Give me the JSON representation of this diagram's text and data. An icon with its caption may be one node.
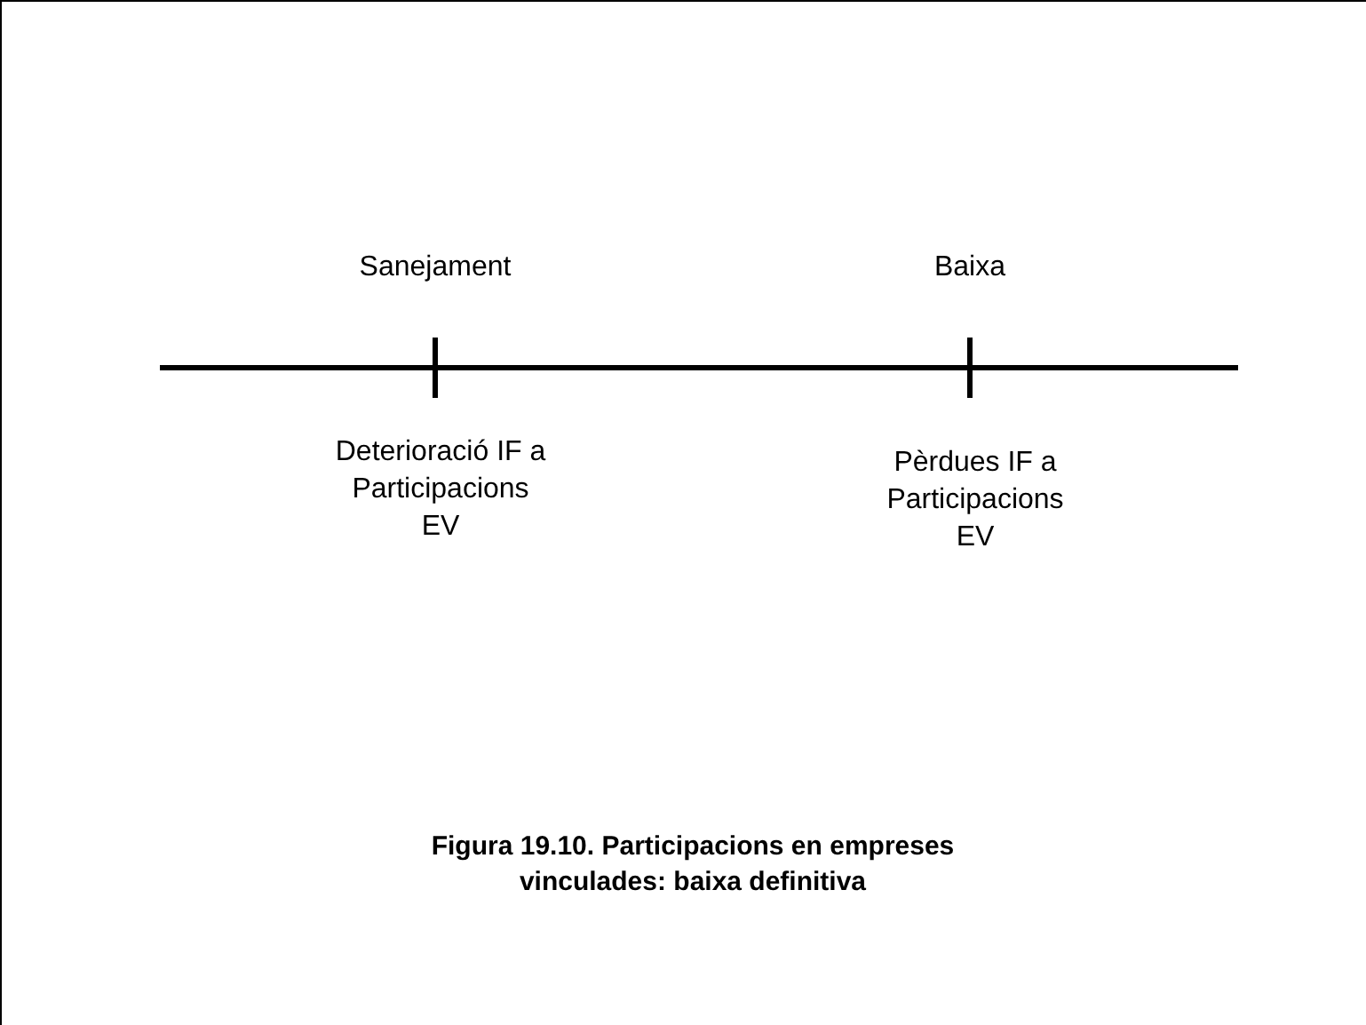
{
  "diagram": {
    "caption": "Figura 19.10. Participacions en empreses vinculades: baixa definitiva",
    "labels": [
      "Sanejament",
      "Baixa",
      "Deterioració IF a Participacions EV",
      "Pèrdues IF a Participacions EV"
    ]
  }
}
